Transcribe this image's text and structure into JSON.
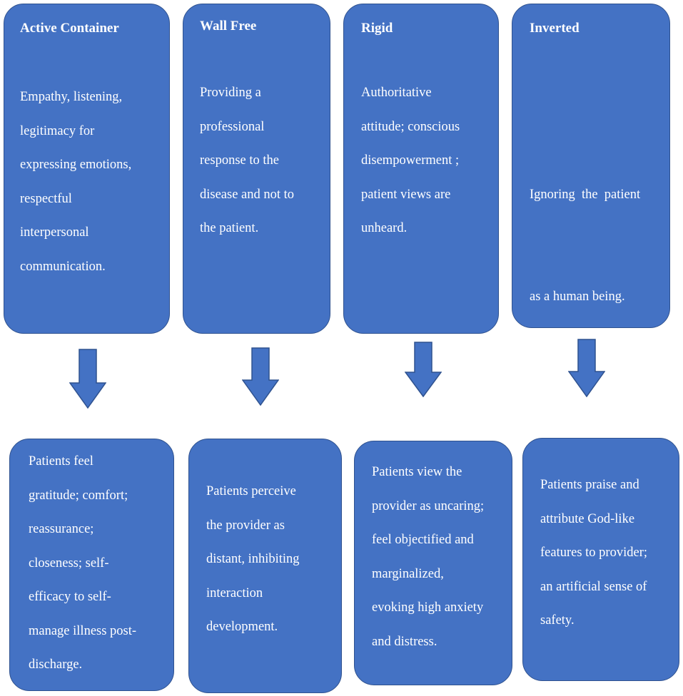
{
  "styles": {
    "box_fill": "#4472C4",
    "box_border": "#2F528F",
    "text_color": "#FFFFFF"
  },
  "top_boxes": [
    {
      "title": "Active Container",
      "lines": [
        "Empathy, listening,",
        "legitimacy for",
        "expressing emotions,",
        "respectful",
        "interpersonal",
        "communication."
      ]
    },
    {
      "title": "Wall Free",
      "lines": [
        "Providing a",
        "professional",
        "response to the",
        "disease and not to",
        "the patient."
      ]
    },
    {
      "title": "Rigid",
      "lines": [
        "Authoritative",
        "attitude; conscious",
        "disempowerment ;",
        "patient views are",
        "unheard."
      ]
    },
    {
      "title": "Inverted",
      "lines": [
        "Ignoring  the  patient",
        "as a human being."
      ]
    }
  ],
  "bottom_boxes": [
    {
      "lines": [
        "Patients feel",
        "gratitude; comfort;",
        "reassurance;",
        "closeness; self-",
        "efficacy to self-",
        "manage illness post-",
        "discharge."
      ]
    },
    {
      "lines": [
        "Patients perceive",
        "the provider as",
        "distant, inhibiting",
        "interaction",
        "development."
      ]
    },
    {
      "lines": [
        "Patients view the",
        "provider as uncaring;",
        "feel objectified and",
        "marginalized,",
        "evoking high anxiety",
        "and distress."
      ]
    },
    {
      "lines": [
        "Patients praise and",
        "attribute God-like",
        "features to provider;",
        "an artificial sense of",
        "safety."
      ]
    }
  ]
}
